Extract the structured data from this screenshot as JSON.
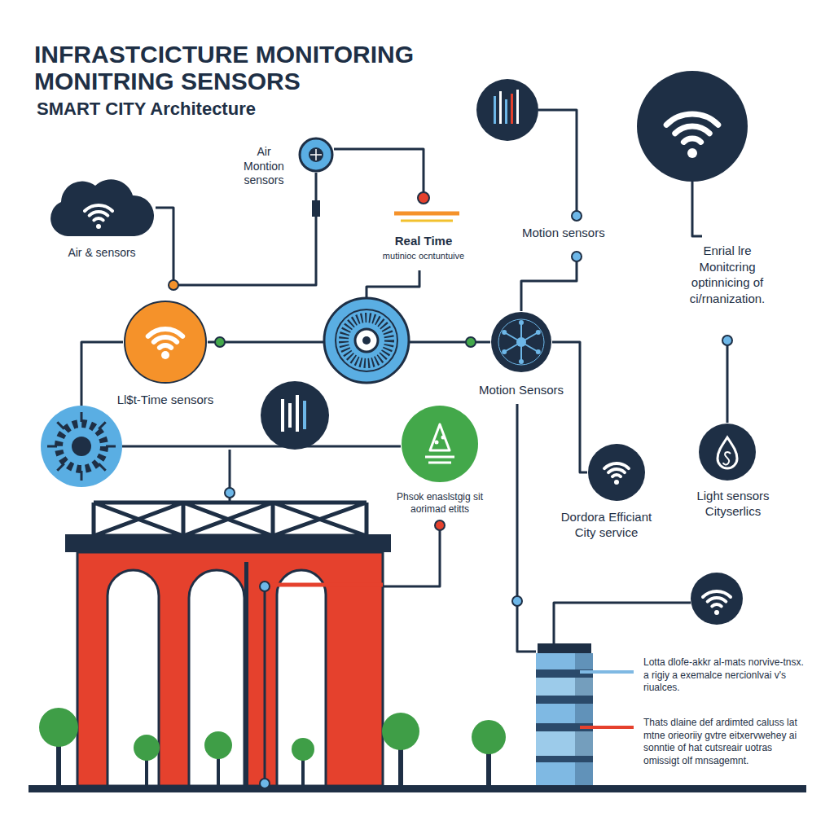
{
  "diagram": {
    "title": "INFRASTCICTURE MONITORING MONITRING SENSORS",
    "nodes": [
      {
        "text": [
          "Air & sensors"
        ]
      },
      {
        "text": [
          "Air Montion sensors"
        ]
      },
      {
        "text": [
          "Ll$t-Time sensors"
        ]
      },
      {
        "text": [
          "Motion Sensors"
        ]
      },
      {
        "text": [
          "Phsok enaslstgig sit aorimad etitts"
        ]
      },
      {
        "text": [
          "Dordora Efficiant City service"
        ]
      },
      {
        "text": [
          "Light sensors Cityserlics"
        ]
      }
    ],
    "edges": [
      {
        "from": 0,
        "to": 1,
        "arrow": "none"
      },
      {
        "from": 2,
        "to": 3,
        "arrow": "none"
      },
      {
        "from": 3,
        "to": 5,
        "arrow": "none"
      }
    ],
    "labels": [
      "SMART CITY Architecture",
      "Real Time",
      "mutinioc ocntuntuive",
      "Motion sensors",
      "Enrial lre Monitcring optinnicing of ci/rnanization.",
      "Lotta dlofe-akkr al-mats norvive-tnsx. a rigiy a exemalce nercionlvai v's riualces.",
      "Thats dlaine def ardimted caluss lat mtne orieoriiy gvtre eitxervwehey ai sonntie of hat cutsreair uotras omissigt olf mnsagemnt."
    ]
  }
}
